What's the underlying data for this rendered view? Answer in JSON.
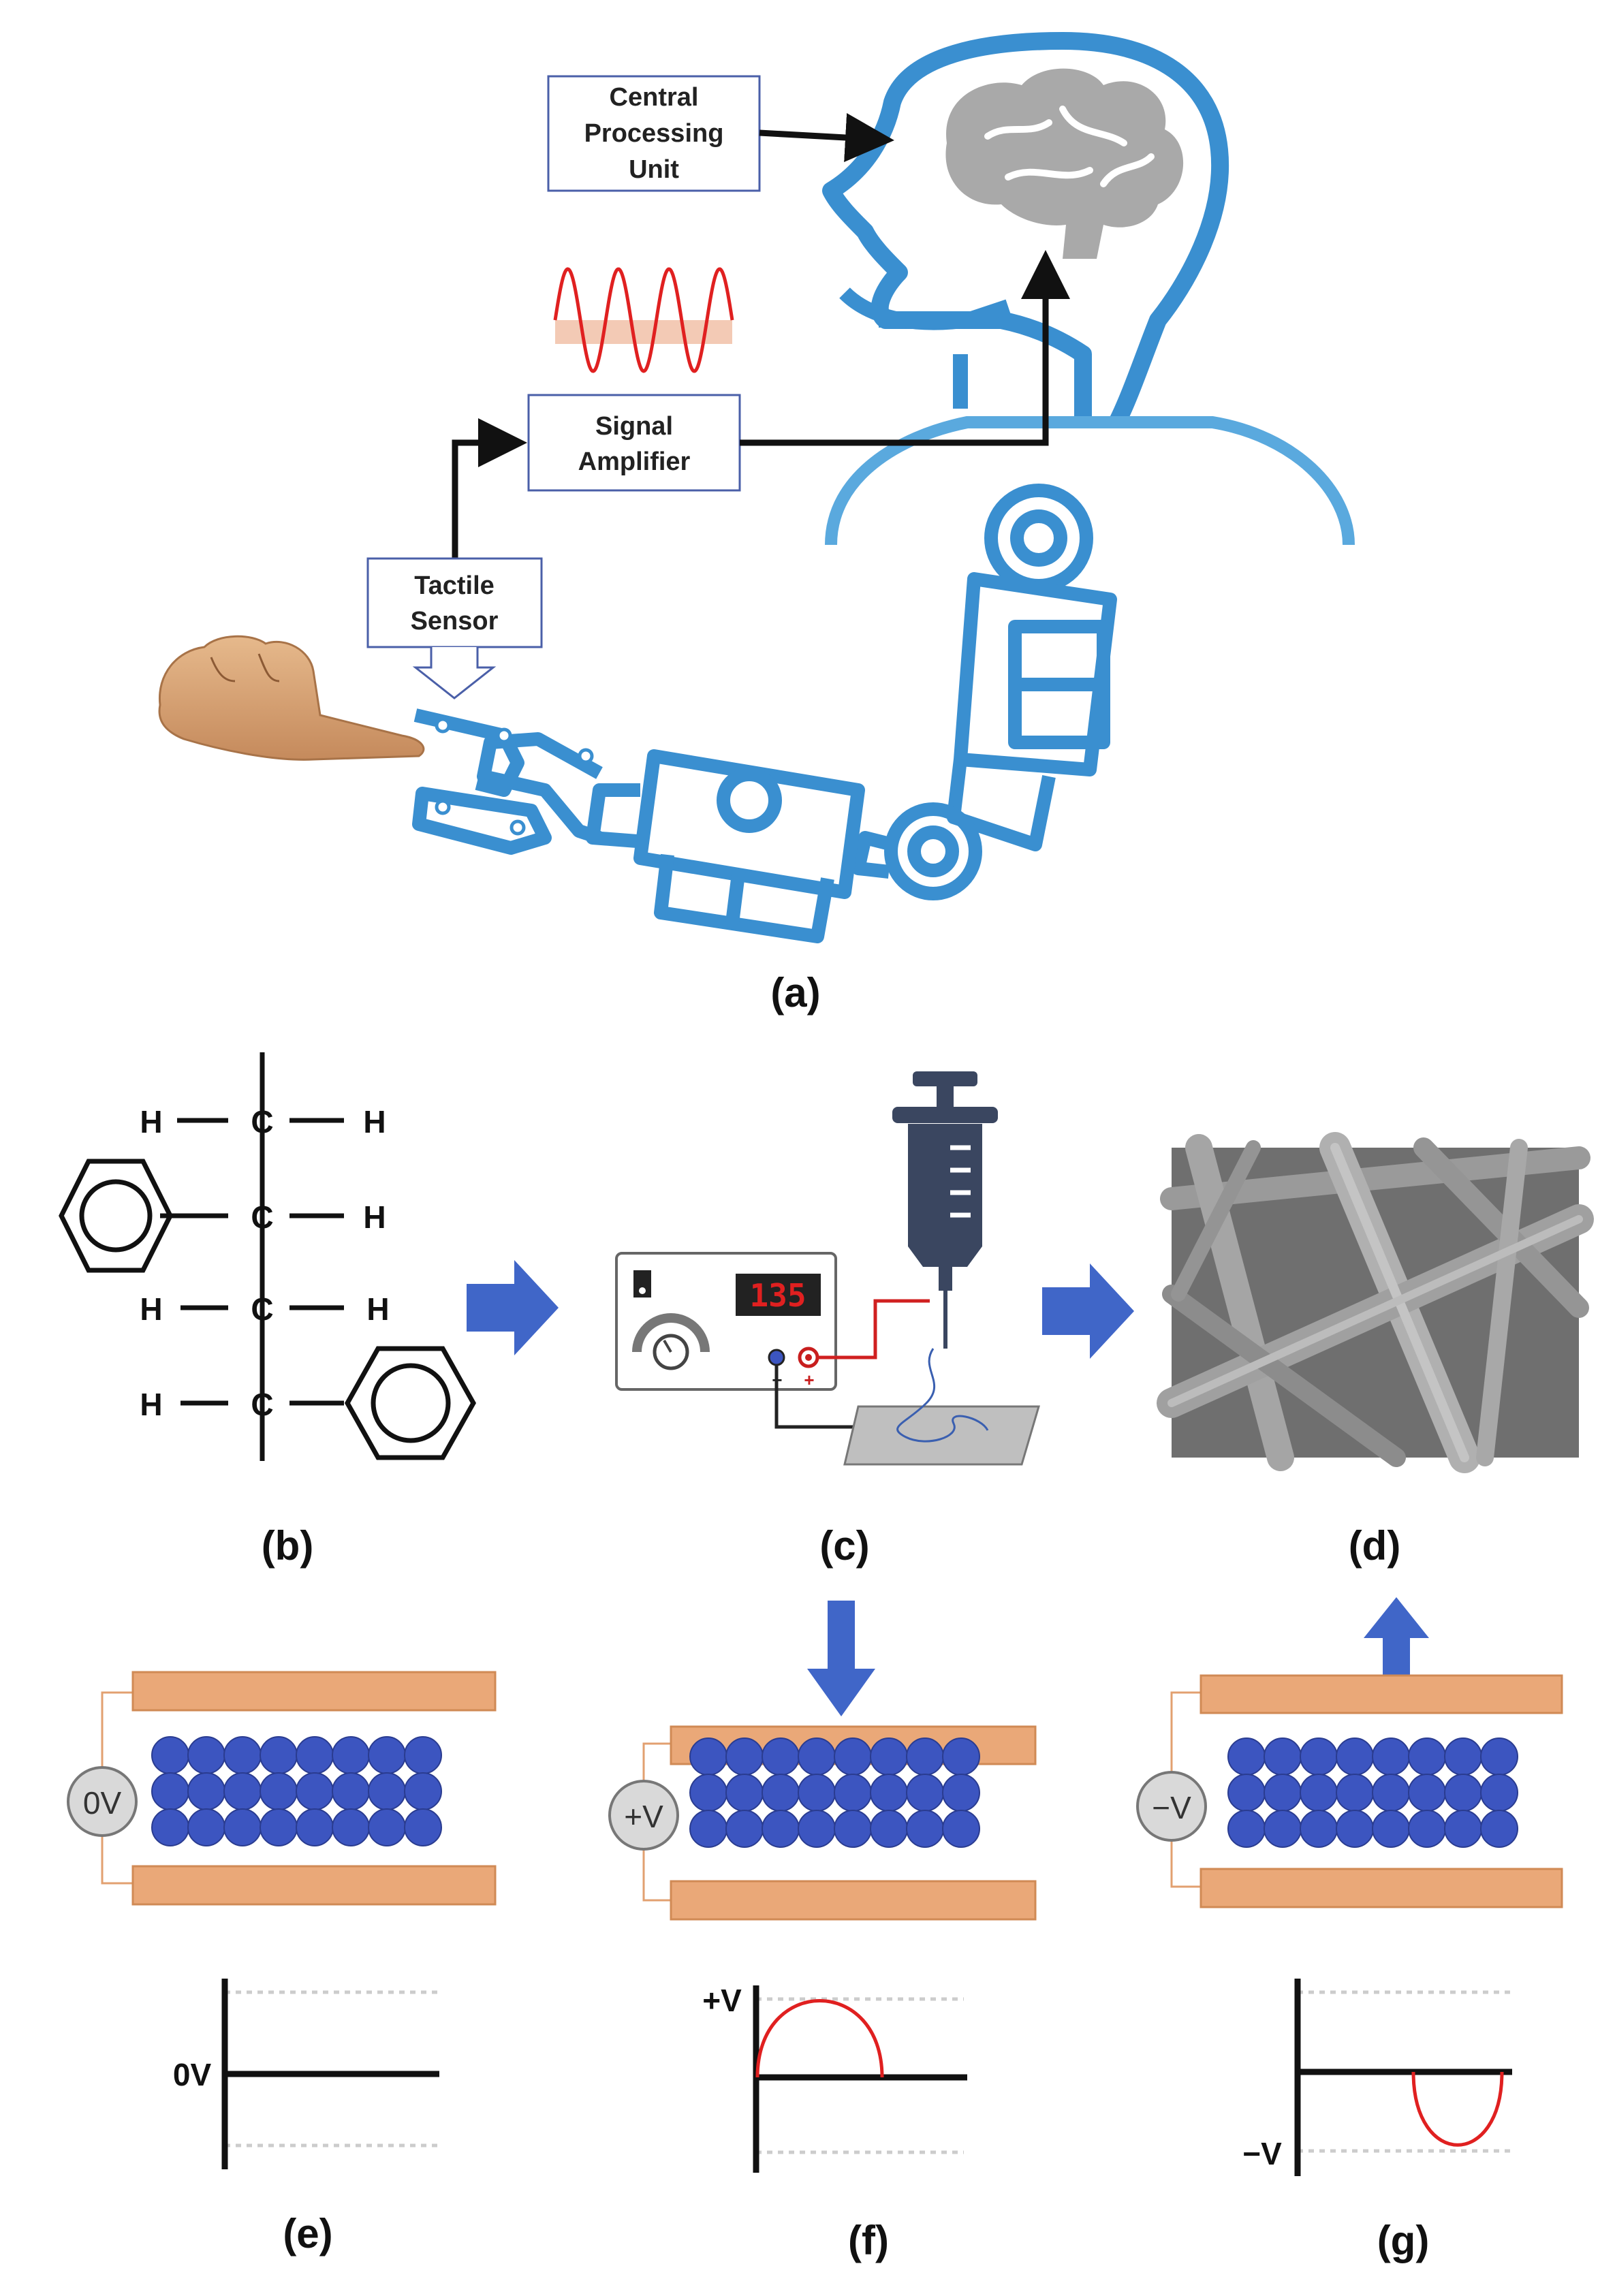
{
  "panel_a": {
    "boxes": {
      "cpu": [
        "Central",
        "Processing",
        "Unit"
      ],
      "amplifier": [
        "Signal",
        "Amplifier"
      ],
      "sensor": [
        "Tactile",
        "Sensor"
      ]
    },
    "caption": "(a)"
  },
  "panel_b": {
    "atoms": {
      "hydrogen": "H",
      "carbon": "C"
    },
    "caption": "(b)"
  },
  "panel_c": {
    "display_value": "135",
    "terminal_minus": "−",
    "terminal_plus": "+",
    "caption": "(c)"
  },
  "panel_d": {
    "caption": "(d)"
  },
  "panel_e": {
    "voltmeter": "0V",
    "axis_label": "0V",
    "caption": "(e)"
  },
  "panel_f": {
    "voltmeter": "+V",
    "axis_label": "+V",
    "caption": "(f)"
  },
  "panel_g": {
    "voltmeter": "−V",
    "axis_label": "−V",
    "caption": "(g)"
  },
  "colors": {
    "outline_blue": "#3a8fd0",
    "light_blue": "#5aa9de",
    "brain_gray": "#a9a9a9",
    "electrode_orange": "#eaa878",
    "electrode_edge": "#d08a55",
    "sphere_blue": "#3c55c0",
    "arrow_blue": "#4066c8",
    "signal_red": "#e02020",
    "box_border": "#4a5fa8",
    "syringe_dark": "#3a4660"
  }
}
